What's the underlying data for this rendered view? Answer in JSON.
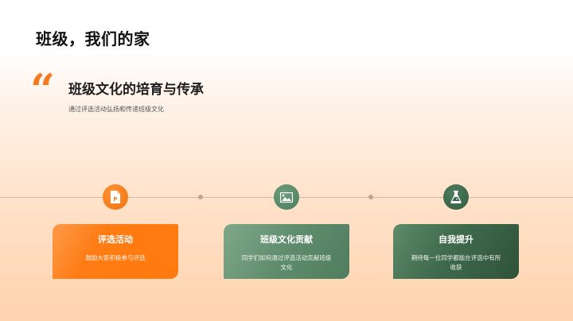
{
  "slide": {
    "title": "班级，我们的家",
    "quote_mark": "“",
    "heading": "班级文化的培育与传承",
    "subtitle": "通过评选活动弘扬和传递班级文化"
  },
  "colors": {
    "accent_orange": "#f47a1f",
    "sage_green": "#5f8c6d",
    "dark_green": "#3f6a4d"
  },
  "timeline": {
    "items": [
      {
        "icon": "ppt-file-icon",
        "title": "评选活动",
        "description": "鼓励大家积极参与评选"
      },
      {
        "icon": "image-icon",
        "title": "班级文化贡献",
        "description": "同学们如何通过评选活动贡献班级文化"
      },
      {
        "icon": "flask-icon",
        "title": "自我提升",
        "description": "期待每一位同学都能在评选中有所收获"
      }
    ]
  }
}
